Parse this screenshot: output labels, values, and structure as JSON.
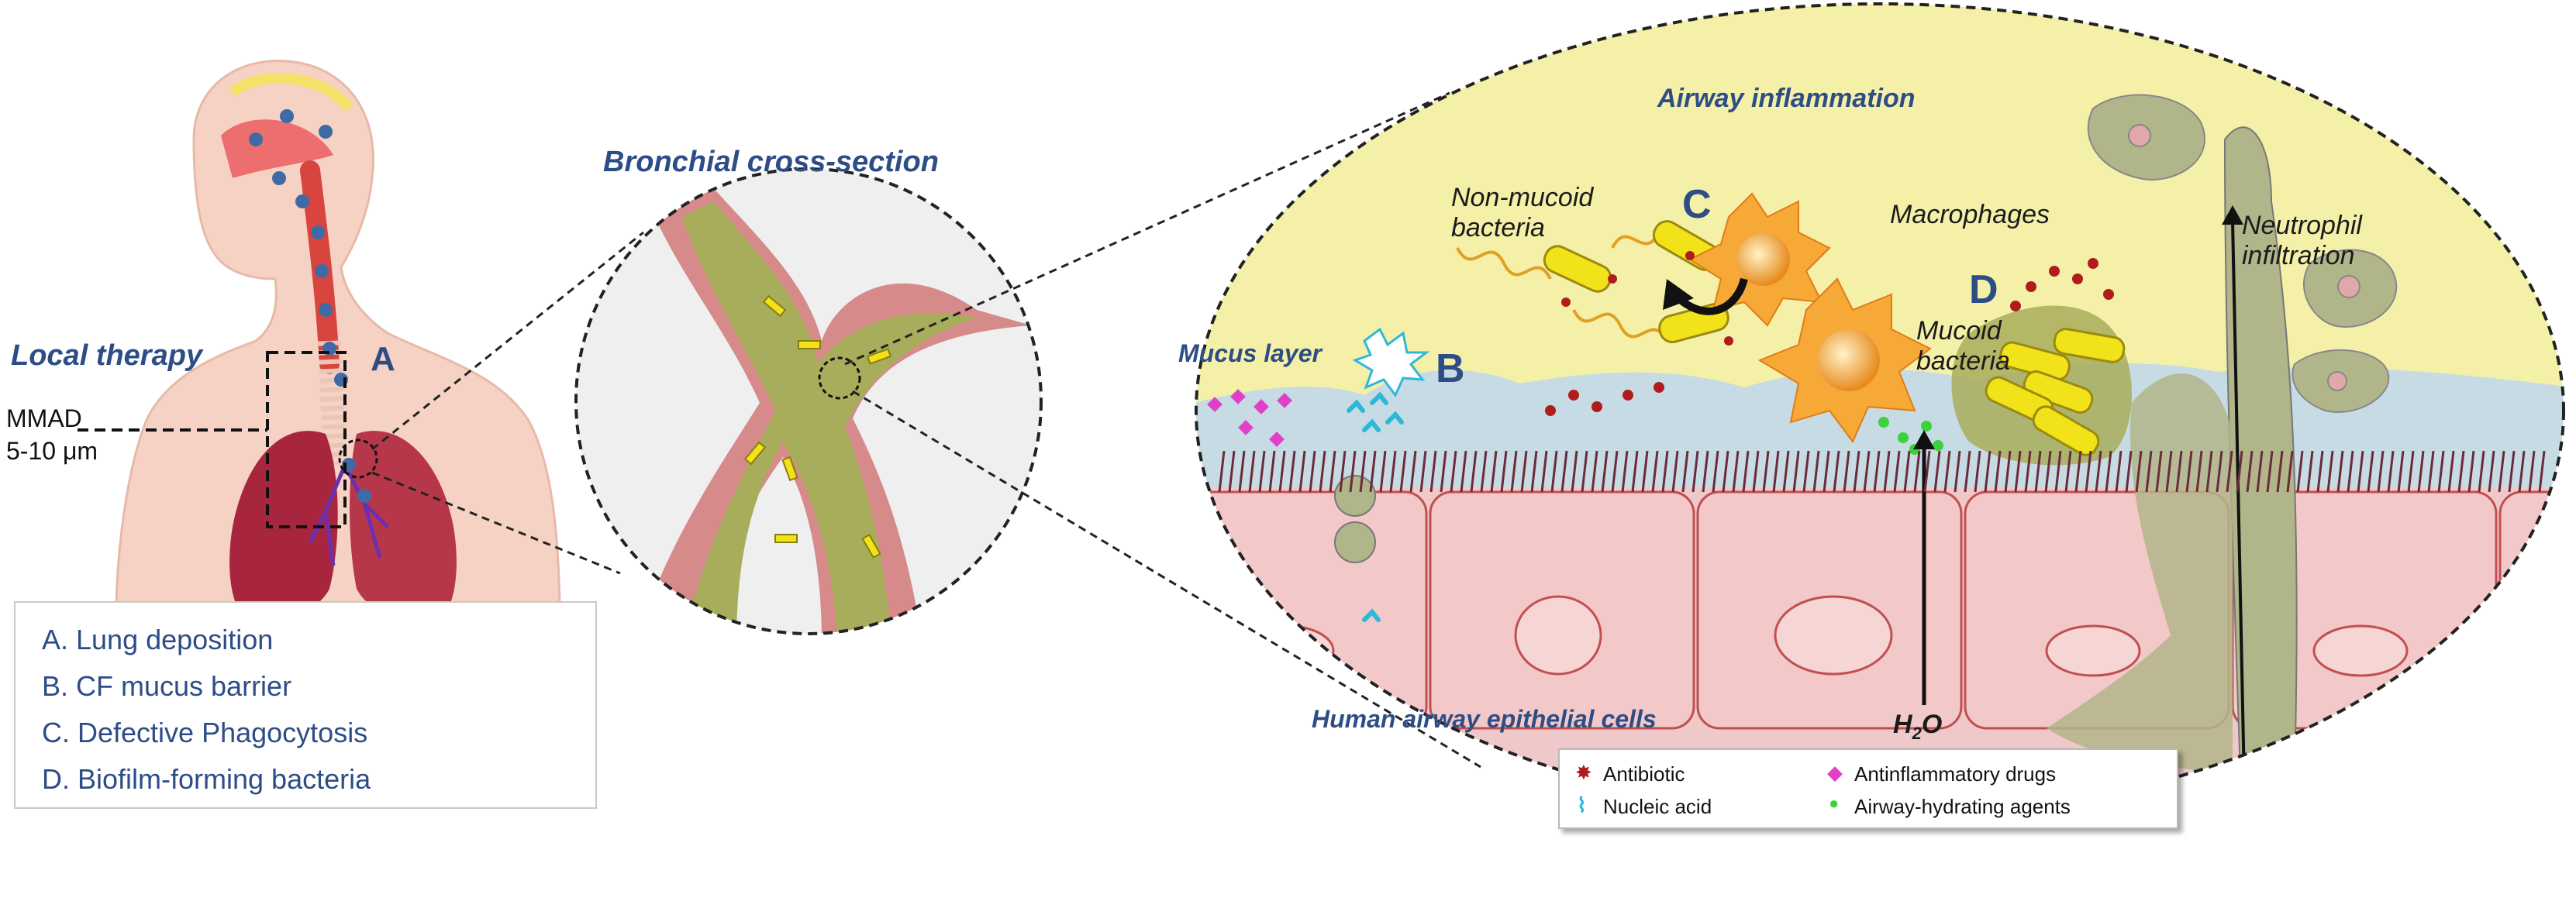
{
  "labels": {
    "local_therapy": "Local therapy",
    "letter_a": "A",
    "mmad_line1": "MMAD",
    "mmad_line2": "5-10 μm",
    "bronchial_title": "Bronchial cross-section",
    "airway_inflammation": "Airway inflammation",
    "non_mucoid_bacteria_line1": "Non-mucoid",
    "non_mucoid_bacteria_line2": "bacteria",
    "letter_c": "C",
    "macrophages": "Macrophages",
    "neutrophil_line1": "Neutrophil",
    "neutrophil_line2": "infiltration",
    "letter_d": "D",
    "mucus_layer": "Mucus layer",
    "letter_b": "B",
    "mucoid_bacteria_line1": "Mucoid",
    "mucoid_bacteria_line2": "bacteria",
    "epithelial_cells": "Human airway epithelial cells",
    "h2o": "H",
    "h2o_sub": "2",
    "h2o_end": "O"
  },
  "list": [
    "A. Lung deposition",
    "B. CF mucus barrier",
    "C. Defective Phagocytosis",
    "D. Biofilm-forming bacteria"
  ],
  "legend": [
    {
      "symbol": "✸",
      "label": "Antibiotic",
      "color": "#b01c1c"
    },
    {
      "symbol": "◆",
      "label": "Antinflammatory drugs",
      "color": "#e040c8"
    },
    {
      "symbol": "⌇",
      "label": "Nucleic acid",
      "color": "#2eb8d8"
    },
    {
      "symbol": "●",
      "label": "Airway-hydrating agents",
      "color": "#3bd23b"
    }
  ],
  "colors": {
    "title_blue": "#2d4d86",
    "airway_yellow": "#f5f0a8",
    "mucus_blue": "#c7dbe4",
    "epithelial_pink": "#f3c8c8",
    "cell_border": "#c24f4f",
    "bacteria_yellow": "#f2e21a",
    "macrophage_orange": "#f7a938",
    "neutrophil_olive": "#b1b58a"
  }
}
